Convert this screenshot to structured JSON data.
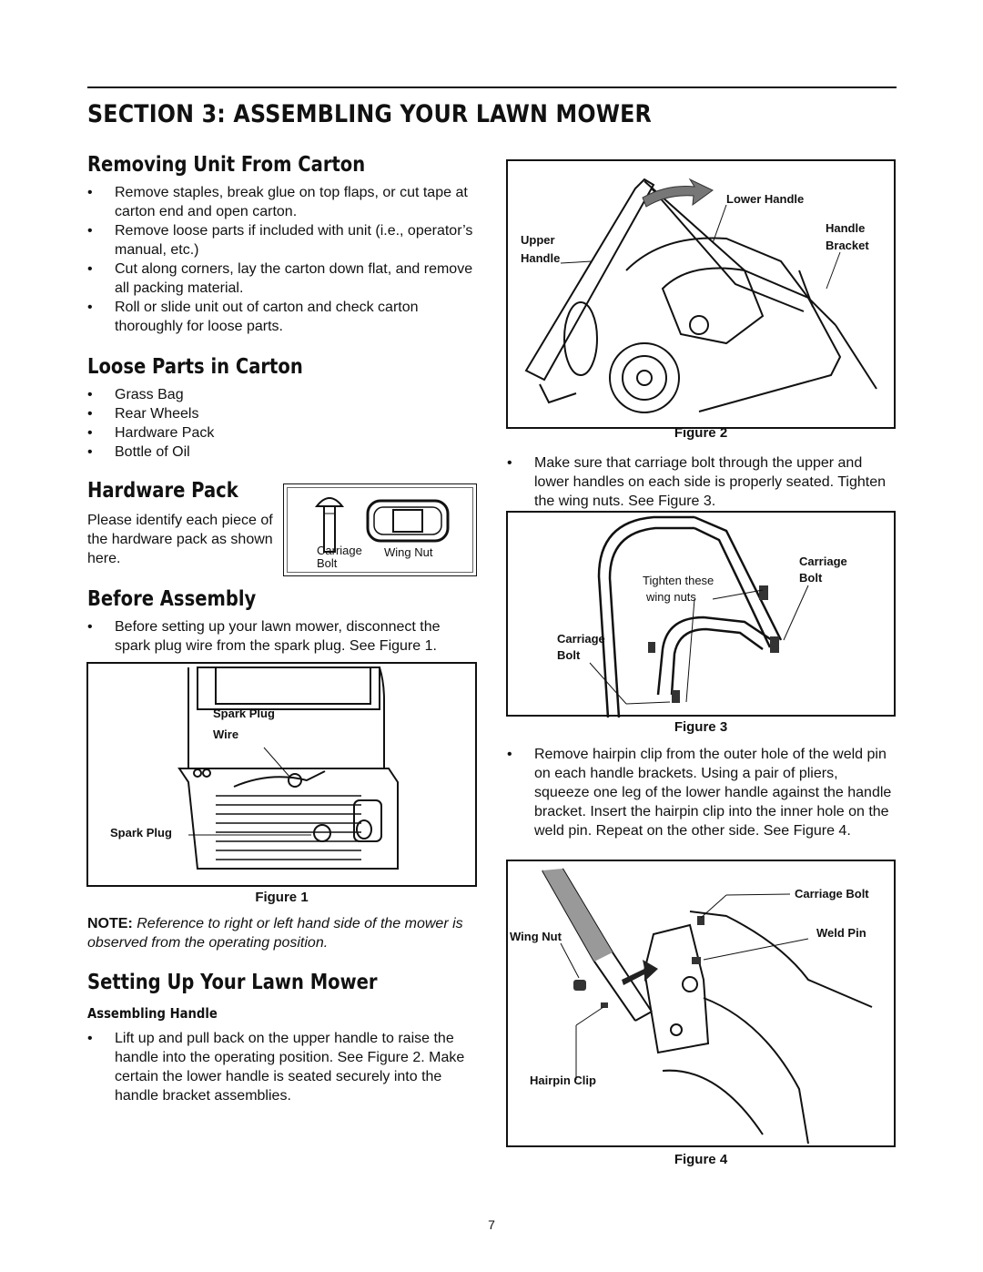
{
  "section_title": "SECTION 3:  ASSEMBLING YOUR LAWN MOWER",
  "removing": {
    "heading": "Removing Unit From Carton",
    "items": [
      "Remove staples, break glue on top flaps, or cut tape at carton end and open carton.",
      "Remove loose parts if included with unit (i.e., operator’s manual, etc.)",
      "Cut along corners, lay the carton down flat, and remove all packing material.",
      "Roll or slide unit out of carton and check carton thoroughly for loose parts."
    ]
  },
  "loose_parts": {
    "heading": "Loose Parts in Carton",
    "items": [
      "Grass Bag",
      "Rear Wheels",
      "Hardware Pack",
      "Bottle of Oil"
    ]
  },
  "hardware": {
    "heading": "Hardware Pack",
    "text": "Please identify each piece of the hardware pack as shown here.",
    "carriage_label": "Carriage",
    "bolt_label": "Bolt",
    "wingnut_label": "Wing Nut"
  },
  "before": {
    "heading": "Before Assembly",
    "items": [
      "Before setting up your lawn mower, disconnect the spark plug wire from the spark plug. See Figure 1."
    ]
  },
  "figure1": {
    "caption": "Figure 1",
    "spark_plug_wire_1": "Spark Plug",
    "spark_plug_wire_2": "Wire",
    "spark_plug": "Spark Plug"
  },
  "note": {
    "prefix": "NOTE:",
    "text": "Reference to right or left hand side of the mower is observed from the operating position."
  },
  "setting_up": {
    "heading": "Setting Up Your Lawn Mower",
    "subheading": "Assembling Handle",
    "items": [
      "Lift up and pull back on the upper handle to raise the handle into the operating position. See Figure 2. Make certain the lower handle is seated securely into the handle bracket assemblies."
    ]
  },
  "figure2": {
    "caption": "Figure 2",
    "lower_handle": "Lower Handle",
    "handle_bracket_1": "Handle",
    "handle_bracket_2": "Bracket",
    "upper_handle_1": "Upper",
    "upper_handle_2": "Handle"
  },
  "step2": {
    "items": [
      "Make sure that carriage bolt through the upper and lower handles on each side is properly seated. Tighten the wing nuts. See Figure 3."
    ]
  },
  "figure3": {
    "caption": "Figure 3",
    "carriage_bolt_r1": "Carriage",
    "carriage_bolt_r2": "Bolt",
    "tighten_1": "Tighten these",
    "tighten_2": "wing nuts",
    "carriage_bolt_l1": "Carriage",
    "carriage_bolt_l2": "Bolt"
  },
  "step3": {
    "items": [
      "Remove hairpin clip from the outer hole of the weld pin on each handle brackets. Using a pair of pliers, squeeze one leg of the lower handle against the handle bracket. Insert the hairpin clip into the inner hole on the weld pin. Repeat on the other side. See Figure 4."
    ]
  },
  "figure4": {
    "caption": "Figure 4",
    "carriage_bolt": "Carriage Bolt",
    "weld_pin": "Weld Pin",
    "wing_nut": "Wing Nut",
    "hairpin_clip": "Hairpin Clip"
  },
  "page_number": "7"
}
